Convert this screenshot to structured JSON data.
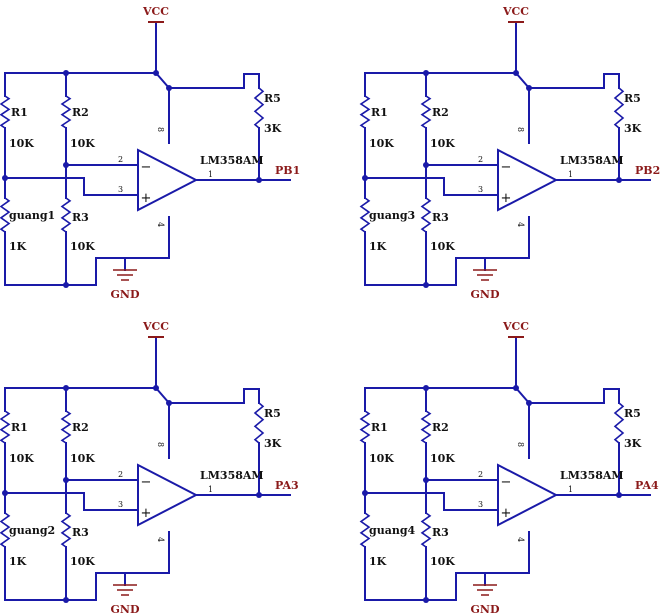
{
  "circuits": [
    {
      "vcc": "VCC",
      "gnd": "GND",
      "opamp": "LM358AM",
      "r1": {
        "ref": "R1",
        "val": "10K"
      },
      "r2": {
        "ref": "R2",
        "val": "10K"
      },
      "r3": {
        "ref": "R3",
        "val": "10K"
      },
      "r5": {
        "ref": "R5",
        "val": "3K"
      },
      "ldr": {
        "ref": "guang1",
        "val": "1K"
      },
      "pins": {
        "inv": "2",
        "noninv": "3",
        "out": "1",
        "vplus": "8",
        "vminus": "4"
      },
      "signs": {
        "minus": "−",
        "plus": "+"
      },
      "net": "PB1"
    },
    {
      "vcc": "VCC",
      "gnd": "GND",
      "opamp": "LM358AM",
      "r1": {
        "ref": "R1",
        "val": "10K"
      },
      "r2": {
        "ref": "R2",
        "val": "10K"
      },
      "r3": {
        "ref": "R3",
        "val": "10K"
      },
      "r5": {
        "ref": "R5",
        "val": "3K"
      },
      "ldr": {
        "ref": "guang3",
        "val": "1K"
      },
      "pins": {
        "inv": "2",
        "noninv": "3",
        "out": "1",
        "vplus": "8",
        "vminus": "4"
      },
      "signs": {
        "minus": "−",
        "plus": "+"
      },
      "net": "PB2"
    },
    {
      "vcc": "VCC",
      "gnd": "GND",
      "opamp": "LM358AM",
      "r1": {
        "ref": "R1",
        "val": "10K"
      },
      "r2": {
        "ref": "R2",
        "val": "10K"
      },
      "r3": {
        "ref": "R3",
        "val": "10K"
      },
      "r5": {
        "ref": "R5",
        "val": "3K"
      },
      "ldr": {
        "ref": "guang2",
        "val": "1K"
      },
      "pins": {
        "inv": "2",
        "noninv": "3",
        "out": "1",
        "vplus": "8",
        "vminus": "4"
      },
      "signs": {
        "minus": "−",
        "plus": "+"
      },
      "net": "PA3"
    },
    {
      "vcc": "VCC",
      "gnd": "GND",
      "opamp": "LM358AM",
      "r1": {
        "ref": "R1",
        "val": "10K"
      },
      "r2": {
        "ref": "R2",
        "val": "10K"
      },
      "r3": {
        "ref": "R3",
        "val": "10K"
      },
      "r5": {
        "ref": "R5",
        "val": "3K"
      },
      "ldr": {
        "ref": "guang4",
        "val": "1K"
      },
      "pins": {
        "inv": "2",
        "noninv": "3",
        "out": "1",
        "vplus": "8",
        "vminus": "4"
      },
      "signs": {
        "minus": "−",
        "plus": "+"
      },
      "net": "PA4"
    }
  ]
}
